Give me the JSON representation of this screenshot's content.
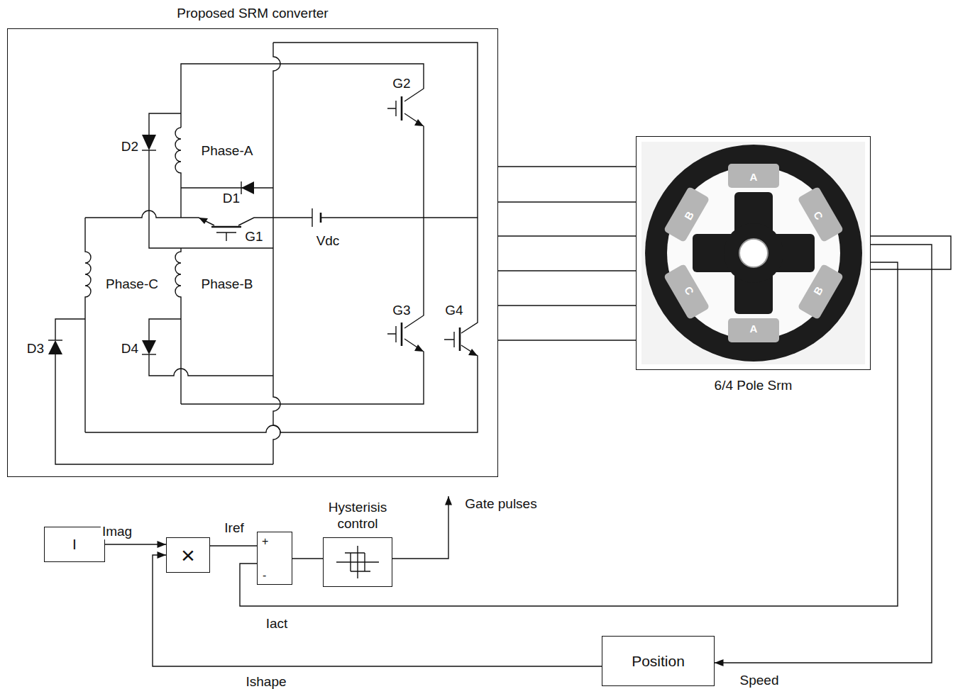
{
  "diagram": {
    "nodes": [
      {
        "text": [
          "Proposed SRM converter"
        ]
      },
      {
        "text": [
          "6/4 Pole Srm"
        ]
      },
      {
        "text": [
          "I"
        ]
      },
      {
        "text": [
          "×"
        ]
      },
      {
        "text": [
          "+",
          "-"
        ]
      },
      {
        "text": [
          "Hysterisis control"
        ]
      },
      {
        "text": [
          "Position"
        ]
      }
    ],
    "edges": [
      {
        "from": 2,
        "to": 3,
        "arrow": "to",
        "label": "Imag"
      },
      {
        "from": 3,
        "to": 4,
        "arrow": "none",
        "label": "Iref"
      },
      {
        "from": 4,
        "to": 5,
        "arrow": "none"
      },
      {
        "from": 1,
        "to": 4,
        "arrow": "none",
        "label": "Iact"
      },
      {
        "from": 1,
        "to": 6,
        "arrow": "to",
        "label": "Speed"
      },
      {
        "from": 6,
        "to": 3,
        "arrow": "to",
        "label": "Ishape"
      },
      {
        "from": 0,
        "to": 1,
        "arrow": "none"
      },
      {
        "from": 0,
        "to": 1,
        "arrow": "none"
      },
      {
        "from": 0,
        "to": 1,
        "arrow": "none"
      },
      {
        "from": 0,
        "to": 1,
        "arrow": "none"
      },
      {
        "from": 0,
        "to": 1,
        "arrow": "none"
      },
      {
        "from": 0,
        "to": 1,
        "arrow": "none"
      }
    ],
    "labels": [
      "D2",
      "Phase-A",
      "D1",
      "G2",
      "G1",
      "Vdc",
      "Phase-C",
      "Phase-B",
      "D3",
      "D4",
      "G3",
      "G4",
      "A",
      "C",
      "B",
      "A",
      "C",
      "B",
      "Gate pulses"
    ]
  }
}
